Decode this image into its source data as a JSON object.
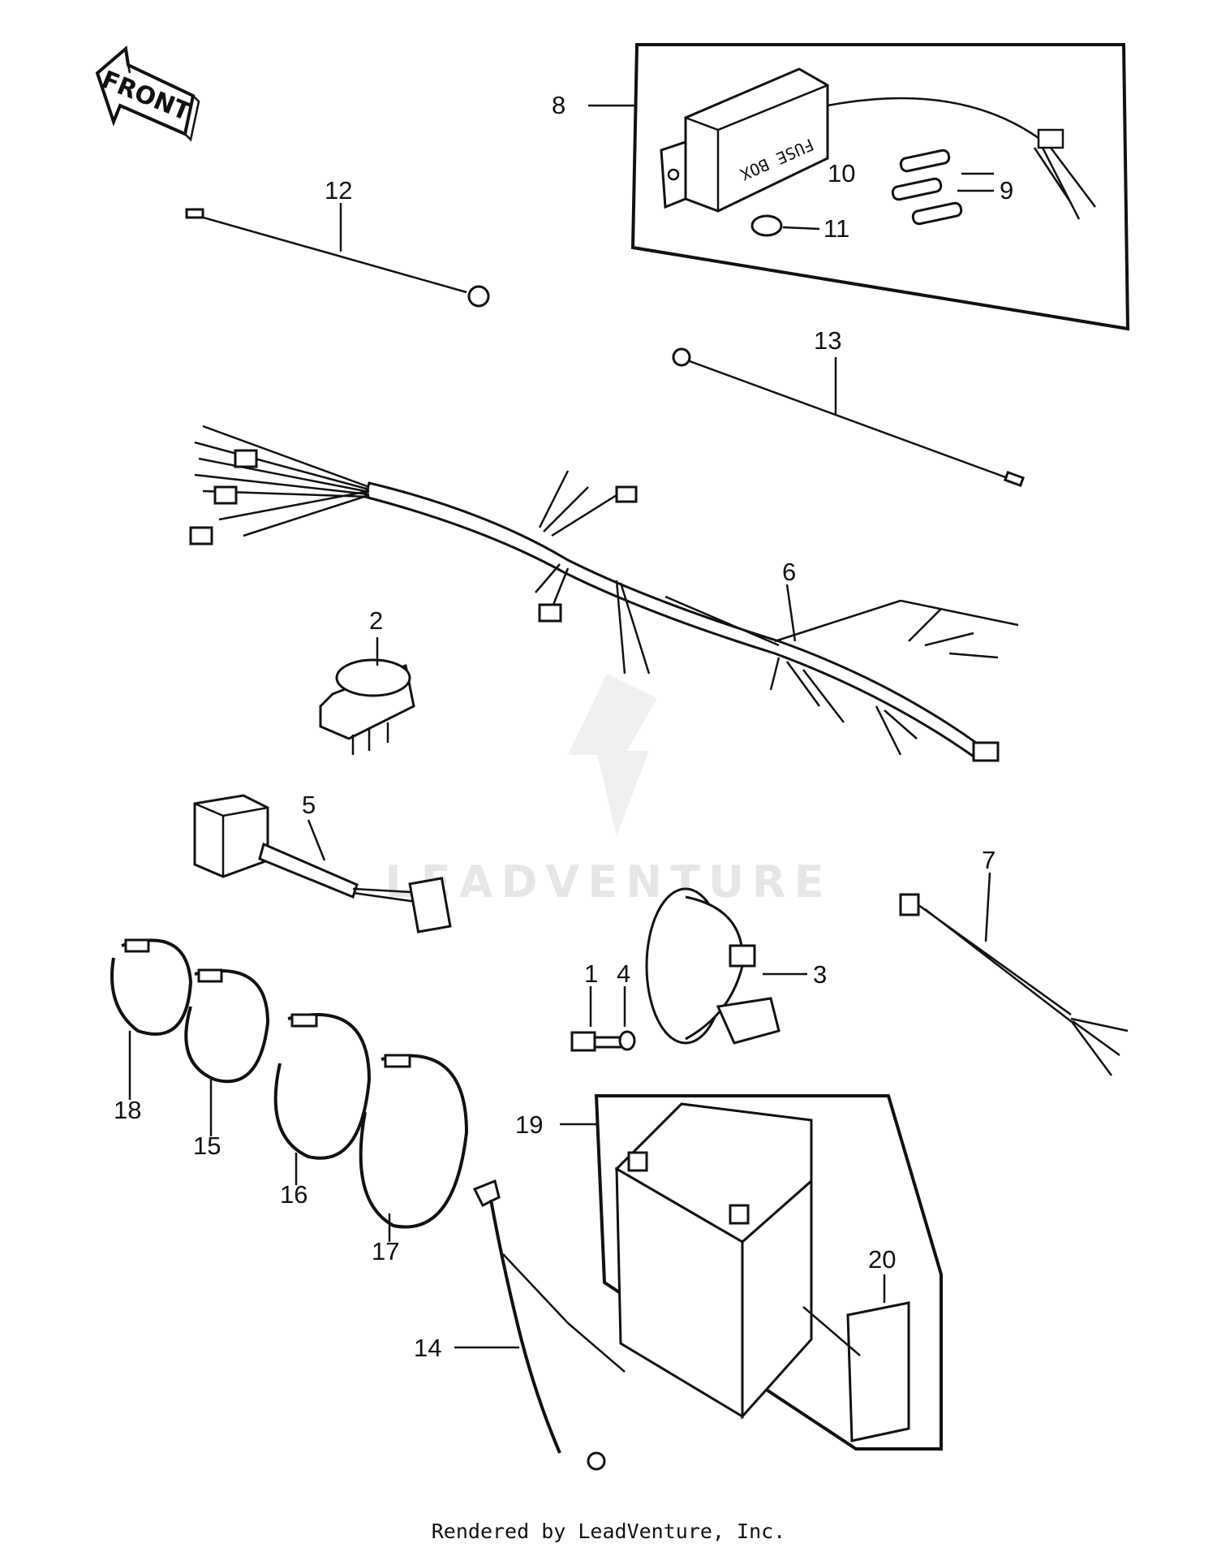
{
  "front_arrow_label": "FRONT",
  "fuse_box_text": "FUSE BOX",
  "watermark": "LEADVENTURE",
  "footer": "Rendered by LeadVenture, Inc.",
  "callouts": {
    "c1": "1",
    "c2": "2",
    "c3": "3",
    "c4": "4",
    "c5": "5",
    "c6": "6",
    "c7": "7",
    "c8": "8",
    "c9": "9",
    "c10": "10",
    "c11": "11",
    "c12": "12",
    "c13": "13",
    "c14": "14",
    "c15": "15",
    "c16": "16",
    "c17": "17",
    "c18": "18",
    "c19": "19",
    "c20": "20"
  },
  "colors": {
    "line": "#111111",
    "watermark": "#e6e6e6"
  }
}
